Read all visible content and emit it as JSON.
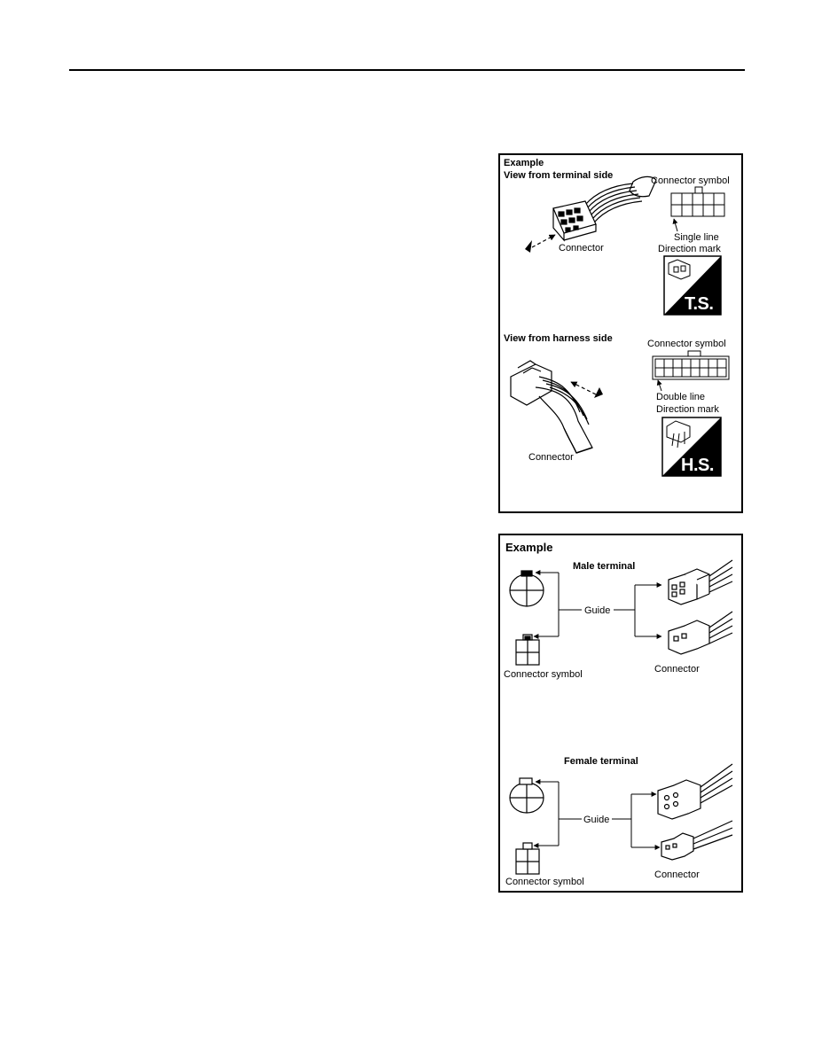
{
  "figure1": {
    "example": "Example",
    "terminal_side_title": "View from terminal side",
    "connector_symbol_top": "Connector symbol",
    "single_line": "Single line",
    "direction_mark_top": "Direction mark",
    "connector_top": "Connector",
    "ts_badge": "T.S.",
    "harness_side_title": "View from harness side",
    "connector_symbol_bottom": "Connector symbol",
    "double_line": "Double line",
    "direction_mark_bottom": "Direction mark",
    "connector_bottom": "Connector",
    "hs_badge": "H.S."
  },
  "figure2": {
    "example": "Example",
    "male_title": "Male terminal",
    "guide_male": "Guide",
    "connector_symbol_male": "Connector symbol",
    "connector_male": "Connector",
    "female_title": "Female terminal",
    "guide_female": "Guide",
    "connector_symbol_female": "Connector symbol",
    "connector_female": "Connector"
  }
}
